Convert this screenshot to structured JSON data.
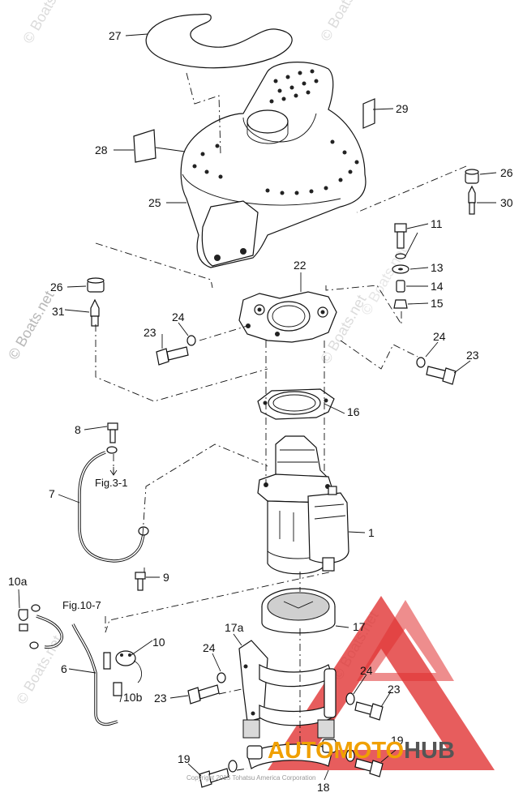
{
  "callouts": [
    {
      "id": "27",
      "label": "27"
    },
    {
      "id": "29",
      "label": "29"
    },
    {
      "id": "28",
      "label": "28"
    },
    {
      "id": "26a",
      "label": "26"
    },
    {
      "id": "30",
      "label": "30"
    },
    {
      "id": "25",
      "label": "25"
    },
    {
      "id": "11",
      "label": "11"
    },
    {
      "id": "13",
      "label": "13"
    },
    {
      "id": "14",
      "label": "14"
    },
    {
      "id": "15",
      "label": "15"
    },
    {
      "id": "22",
      "label": "22"
    },
    {
      "id": "26b",
      "label": "26"
    },
    {
      "id": "31",
      "label": "31"
    },
    {
      "id": "24a",
      "label": "24"
    },
    {
      "id": "23a",
      "label": "23"
    },
    {
      "id": "24b",
      "label": "24"
    },
    {
      "id": "23b",
      "label": "23"
    },
    {
      "id": "16",
      "label": "16"
    },
    {
      "id": "8",
      "label": "8"
    },
    {
      "id": "7",
      "label": "7"
    },
    {
      "id": "1",
      "label": "1"
    },
    {
      "id": "9",
      "label": "9"
    },
    {
      "id": "10a",
      "label": "10a"
    },
    {
      "id": "6",
      "label": "6"
    },
    {
      "id": "10",
      "label": "10"
    },
    {
      "id": "10b",
      "label": "10b"
    },
    {
      "id": "17a",
      "label": "17a"
    },
    {
      "id": "17",
      "label": "17"
    },
    {
      "id": "24c",
      "label": "24"
    },
    {
      "id": "23c",
      "label": "23"
    },
    {
      "id": "24d",
      "label": "24"
    },
    {
      "id": "23d",
      "label": "23"
    },
    {
      "id": "19a",
      "label": "19"
    },
    {
      "id": "19b",
      "label": "19"
    },
    {
      "id": "18",
      "label": "18"
    }
  ],
  "references": [
    {
      "id": "fig31",
      "label": "Fig.3-1"
    },
    {
      "id": "fig107",
      "label": "Fig.10-7"
    }
  ],
  "watermarks": [
    "© Boats.net",
    "© Boats.net",
    "© Boats.net",
    "© Boats.net",
    "© Boats.net",
    "© Boats.net",
    "© Boats.net"
  ],
  "copyright": "Copyright 2015 Tohatsu America Corporation",
  "brand": {
    "part1": "AUTOMOTO",
    "part2": "HUB",
    "color1": "#f0a000",
    "color2": "#555555",
    "triangle": "#e03030"
  }
}
